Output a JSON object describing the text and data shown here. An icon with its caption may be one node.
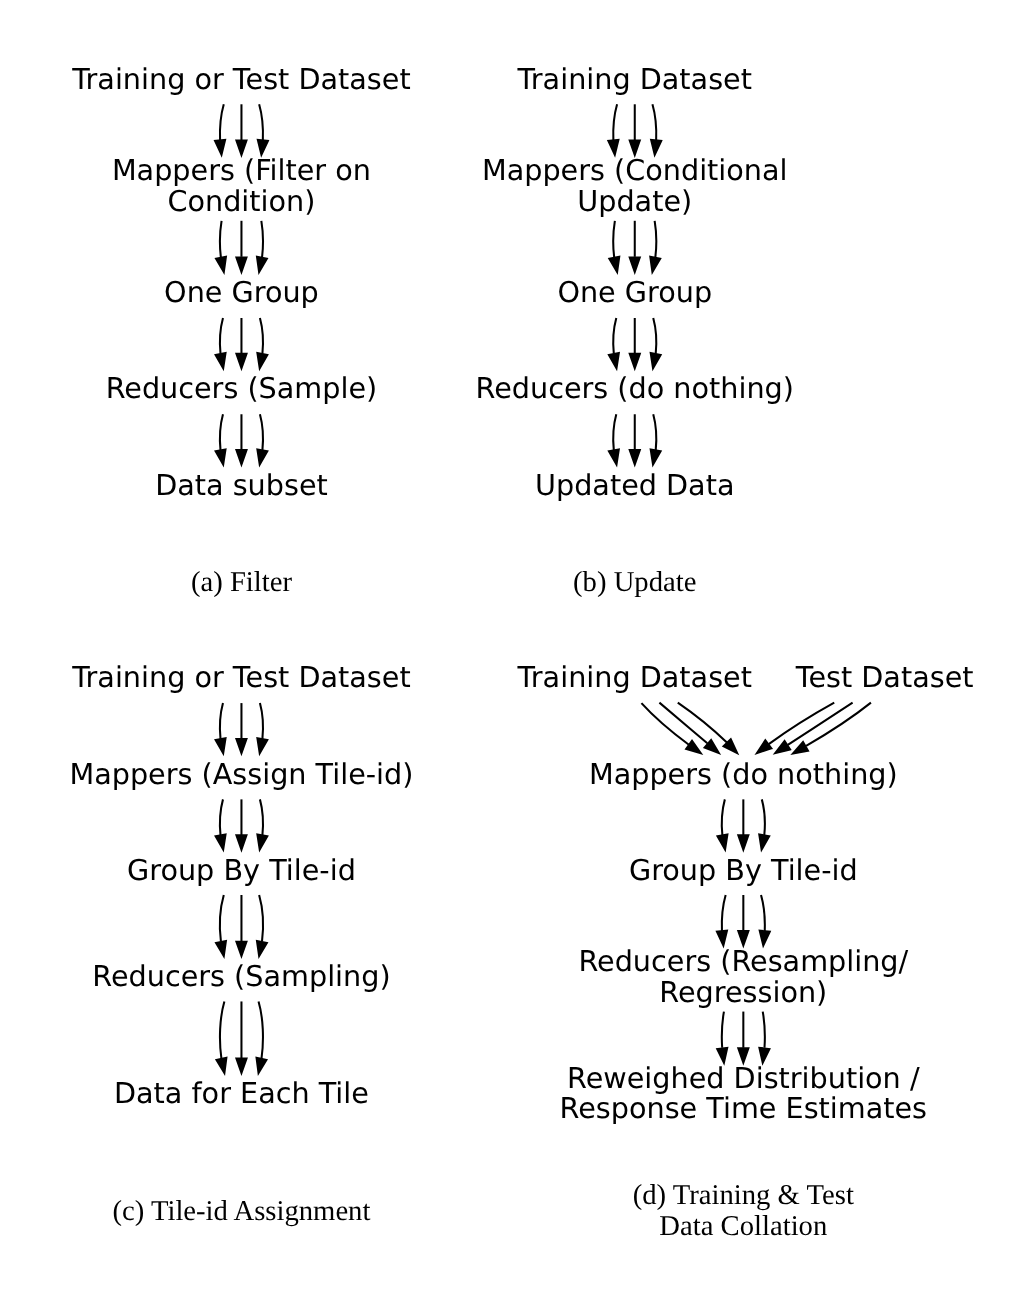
{
  "diagram": {
    "nodes": [
      {
        "text": [
          "Training or Test Dataset"
        ]
      },
      {
        "text": [
          "Mappers (Filter on Condition)"
        ]
      },
      {
        "text": [
          "One Group"
        ]
      },
      {
        "text": [
          "Reducers (Sample)"
        ]
      },
      {
        "text": [
          "Data subset"
        ]
      },
      {
        "text": [
          "Training Dataset"
        ]
      },
      {
        "text": [
          "Mappers (Conditional Update)"
        ]
      },
      {
        "text": [
          "One Group"
        ]
      },
      {
        "text": [
          "Reducers (do nothing)"
        ]
      },
      {
        "text": [
          "Updated Data"
        ]
      },
      {
        "text": [
          "Training or Test Dataset"
        ]
      },
      {
        "text": [
          "Mappers (Assign Tile-id)"
        ]
      },
      {
        "text": [
          "Group By Tile-id"
        ]
      },
      {
        "text": [
          "Reducers (Sampling)"
        ]
      },
      {
        "text": [
          "Data for Each Tile"
        ]
      },
      {
        "text": [
          "Training Dataset"
        ]
      },
      {
        "text": [
          "Test Dataset"
        ]
      },
      {
        "text": [
          "Mappers (do nothing)"
        ]
      },
      {
        "text": [
          "Group By Tile-id"
        ]
      },
      {
        "text": [
          "Reducers (Resampling/ Regression)"
        ]
      },
      {
        "text": [
          "Reweighed Distribution / Response Time Estimates"
        ]
      }
    ],
    "edges": [
      {
        "from": 0,
        "to": 1,
        "arrow": "to"
      },
      {
        "from": 0,
        "to": 1,
        "arrow": "to"
      },
      {
        "from": 0,
        "to": 1,
        "arrow": "to"
      },
      {
        "from": 1,
        "to": 2,
        "arrow": "to"
      },
      {
        "from": 1,
        "to": 2,
        "arrow": "to"
      },
      {
        "from": 1,
        "to": 2,
        "arrow": "to"
      },
      {
        "from": 2,
        "to": 3,
        "arrow": "to"
      },
      {
        "from": 2,
        "to": 3,
        "arrow": "to"
      },
      {
        "from": 2,
        "to": 3,
        "arrow": "to"
      },
      {
        "from": 3,
        "to": 4,
        "arrow": "to"
      },
      {
        "from": 3,
        "to": 4,
        "arrow": "to"
      },
      {
        "from": 3,
        "to": 4,
        "arrow": "to"
      },
      {
        "from": 5,
        "to": 6,
        "arrow": "to"
      },
      {
        "from": 5,
        "to": 6,
        "arrow": "to"
      },
      {
        "from": 5,
        "to": 6,
        "arrow": "to"
      },
      {
        "from": 6,
        "to": 7,
        "arrow": "to"
      },
      {
        "from": 6,
        "to": 7,
        "arrow": "to"
      },
      {
        "from": 6,
        "to": 7,
        "arrow": "to"
      },
      {
        "from": 7,
        "to": 8,
        "arrow": "to"
      },
      {
        "from": 7,
        "to": 8,
        "arrow": "to"
      },
      {
        "from": 7,
        "to": 8,
        "arrow": "to"
      },
      {
        "from": 8,
        "to": 9,
        "arrow": "to"
      },
      {
        "from": 8,
        "to": 9,
        "arrow": "to"
      },
      {
        "from": 8,
        "to": 9,
        "arrow": "to"
      },
      {
        "from": 10,
        "to": 11,
        "arrow": "to"
      },
      {
        "from": 10,
        "to": 11,
        "arrow": "to"
      },
      {
        "from": 10,
        "to": 11,
        "arrow": "to"
      },
      {
        "from": 11,
        "to": 12,
        "arrow": "to"
      },
      {
        "from": 11,
        "to": 12,
        "arrow": "to"
      },
      {
        "from": 11,
        "to": 12,
        "arrow": "to"
      },
      {
        "from": 12,
        "to": 13,
        "arrow": "to"
      },
      {
        "from": 12,
        "to": 13,
        "arrow": "to"
      },
      {
        "from": 12,
        "to": 13,
        "arrow": "to"
      },
      {
        "from": 13,
        "to": 14,
        "arrow": "to"
      },
      {
        "from": 13,
        "to": 14,
        "arrow": "to"
      },
      {
        "from": 13,
        "to": 14,
        "arrow": "to"
      },
      {
        "from": 15,
        "to": 17,
        "arrow": "to"
      },
      {
        "from": 15,
        "to": 17,
        "arrow": "to"
      },
      {
        "from": 15,
        "to": 17,
        "arrow": "to"
      },
      {
        "from": 16,
        "to": 17,
        "arrow": "to"
      },
      {
        "from": 16,
        "to": 17,
        "arrow": "to"
      },
      {
        "from": 16,
        "to": 17,
        "arrow": "to"
      },
      {
        "from": 17,
        "to": 18,
        "arrow": "to"
      },
      {
        "from": 17,
        "to": 18,
        "arrow": "to"
      },
      {
        "from": 17,
        "to": 18,
        "arrow": "to"
      },
      {
        "from": 18,
        "to": 19,
        "arrow": "to"
      },
      {
        "from": 18,
        "to": 19,
        "arrow": "to"
      },
      {
        "from": 18,
        "to": 19,
        "arrow": "to"
      },
      {
        "from": 19,
        "to": 20,
        "arrow": "to"
      },
      {
        "from": 19,
        "to": 20,
        "arrow": "to"
      },
      {
        "from": 19,
        "to": 20,
        "arrow": "to"
      }
    ],
    "labels": [
      "(a) Filter",
      "(b) Update",
      "(c) Tile-id Assignment",
      "(d) Training & Test Data Collation"
    ]
  }
}
